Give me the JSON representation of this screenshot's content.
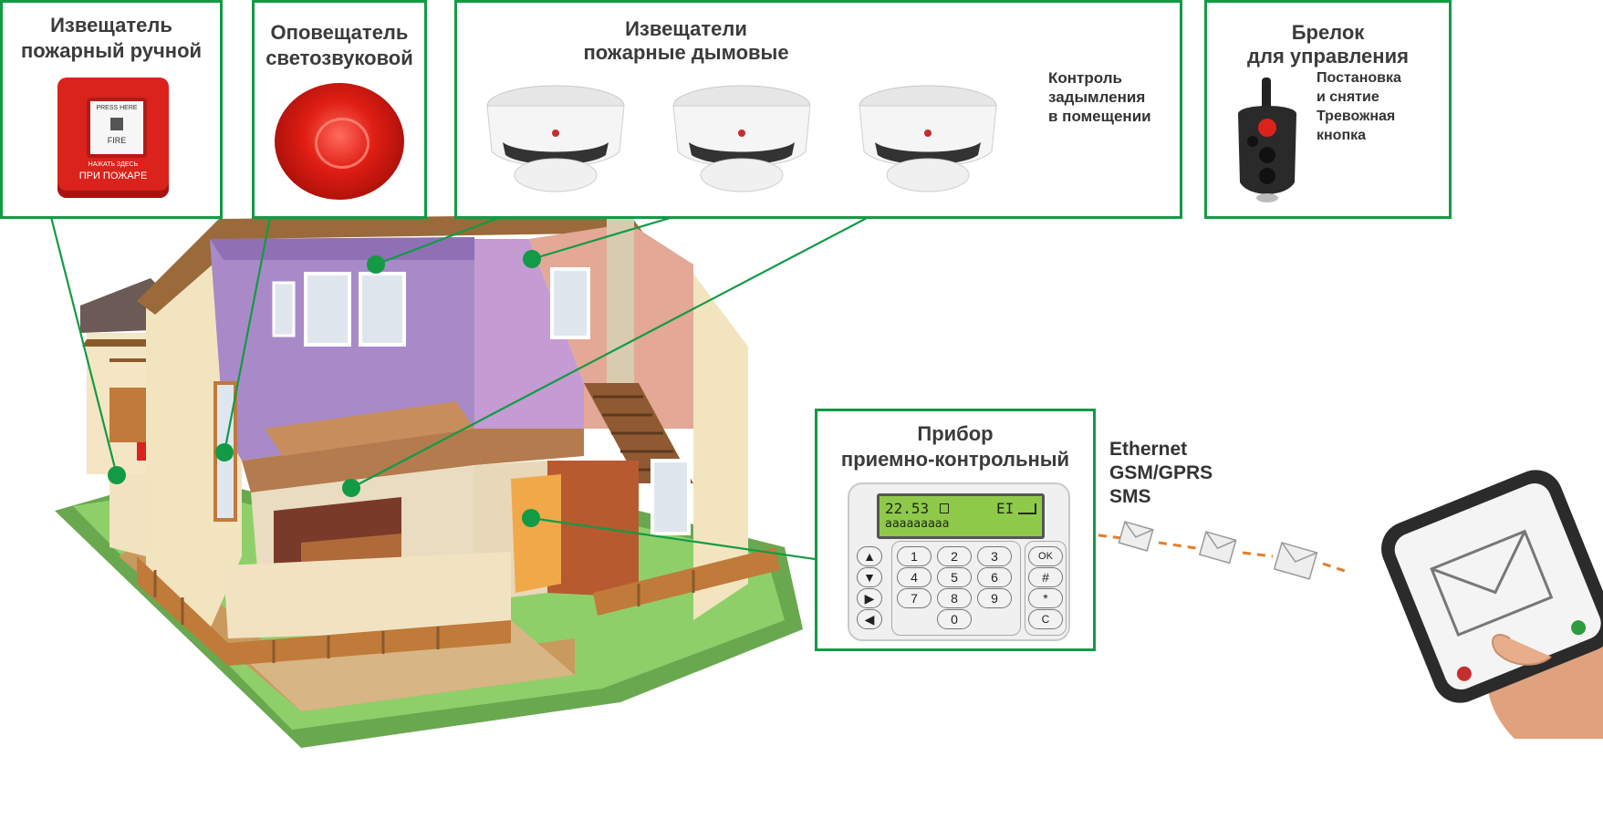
{
  "manual_call_point": {
    "title_line1": "Извещатель",
    "title_line2": "пожарный ручной",
    "device_text_top": "PRESS HERE",
    "device_text_mid": "FIRE",
    "device_text_small": "НАЖАТЬ ЗДЕСЬ",
    "device_text_bottom": "ПРИ ПОЖАРЕ"
  },
  "sounder": {
    "title_line1": "Оповещатель",
    "title_line2": "светозвуковой"
  },
  "smoke_detectors": {
    "title_line1": "Извещатели",
    "title_line2": "пожарные дымовые",
    "note_line1": "Контроль",
    "note_line2": "задымления",
    "note_line3": "в помещении"
  },
  "keyfob": {
    "title_line1": "Брелок",
    "title_line2": "для управления",
    "note_line1": "Постановка",
    "note_line2": "и снятие",
    "note_line3": "Тревожная",
    "note_line4": "кнопка"
  },
  "control_panel": {
    "title_line1": "Прибор",
    "title_line2": "приемно-контрольный",
    "lcd_line1_left": "22.53",
    "lcd_line1_right": "EI",
    "lcd_line2": "ааааааааа",
    "keys": [
      "1",
      "2",
      "3",
      "OK",
      "4",
      "5",
      "6",
      "#",
      "7",
      "8",
      "9",
      "*",
      "0",
      "C"
    ]
  },
  "communication": {
    "line1": "Ethernet",
    "line2": "GSM/GPRS",
    "line3": "SMS"
  },
  "colors": {
    "accent_green": "#129a45",
    "signal_orange": "#e37d2a",
    "alarm_red": "#d9231c"
  }
}
